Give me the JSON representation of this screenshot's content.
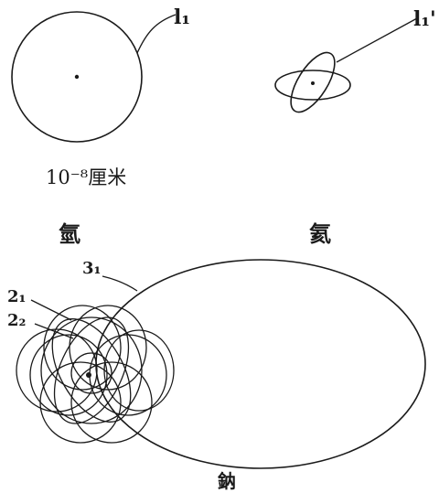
{
  "labels": {
    "h_orbit": "l₁",
    "he_orbit": "l₁'",
    "scale": "10⁻⁸厘米",
    "hydrogen": "氫",
    "helium": "氦",
    "na_outer": "3₁",
    "na_21": "2₁",
    "na_22": "2₂",
    "sodium": "鈉"
  }
}
